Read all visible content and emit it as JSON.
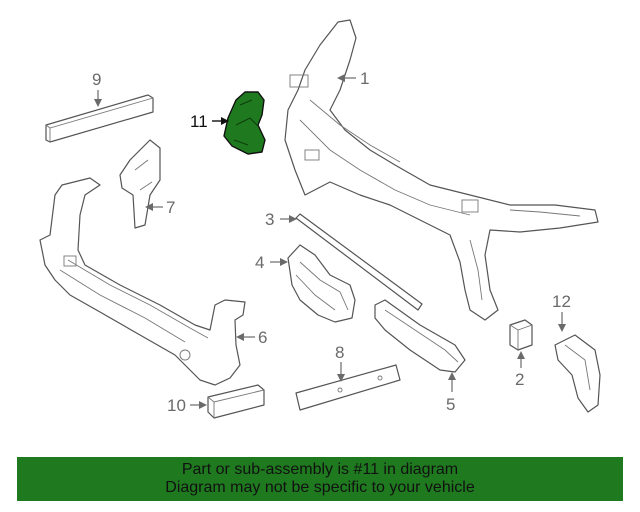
{
  "diagram": {
    "highlight_color": "#1f7a1f",
    "callouts": [
      {
        "id": "1",
        "label": "1"
      },
      {
        "id": "2",
        "label": "2"
      },
      {
        "id": "3",
        "label": "3"
      },
      {
        "id": "4",
        "label": "4"
      },
      {
        "id": "5",
        "label": "5"
      },
      {
        "id": "6",
        "label": "6"
      },
      {
        "id": "7",
        "label": "7"
      },
      {
        "id": "8",
        "label": "8"
      },
      {
        "id": "9",
        "label": "9"
      },
      {
        "id": "10",
        "label": "10"
      },
      {
        "id": "11",
        "label": "11"
      },
      {
        "id": "12",
        "label": "12"
      }
    ]
  },
  "banner": {
    "line1": "Part or sub-assembly is #11 in diagram",
    "line2": "Diagram may not be specific to your vehicle",
    "background": "#1f7a1f"
  }
}
